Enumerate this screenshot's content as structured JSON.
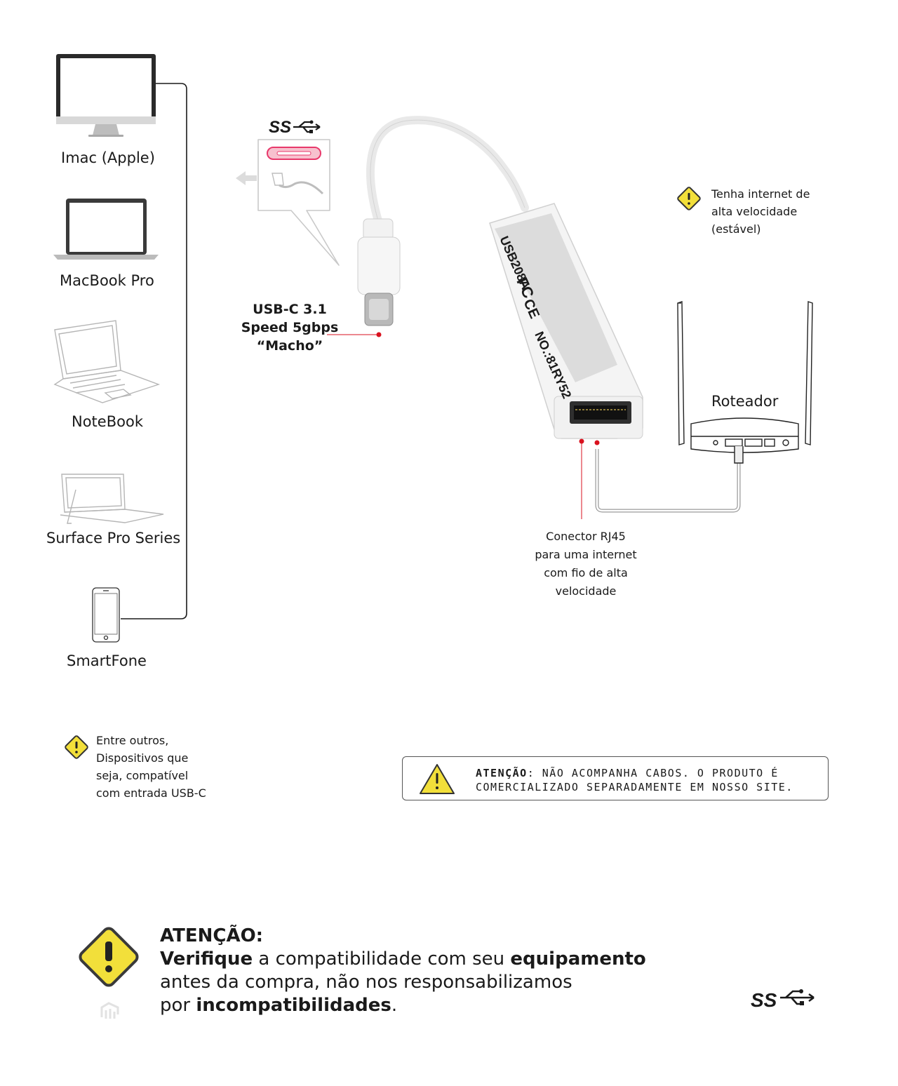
{
  "devices": [
    {
      "label": "Imac (Apple)",
      "icon": "imac-icon"
    },
    {
      "label": "MacBook Pro",
      "icon": "macbook-icon"
    },
    {
      "label": "NoteBook",
      "icon": "notebook-icon"
    },
    {
      "label": "Surface Pro Series",
      "icon": "surface-icon"
    },
    {
      "label": "SmartFone",
      "icon": "smartphone-icon"
    }
  ],
  "usb_logo": "SS",
  "connector": {
    "line1": "USB-C 3.1",
    "line2": "Speed 5gbps",
    "line3": "“Macho”"
  },
  "adapter_print": {
    "model": "USB208A",
    "fc": "FC",
    "ce": "CE",
    "serial": "NO.:81RY52"
  },
  "internet_note": {
    "line1": "Tenha internet de",
    "line2": "alta velocidade",
    "line3": "(estável)"
  },
  "router_label": "Roteador",
  "rj45_note": {
    "line1": "Conector RJ45",
    "line2": "para uma internet",
    "line3": "com fio de alta",
    "line4": "velocidade"
  },
  "devices_note": {
    "line1": "Entre outros,",
    "line2": "Dispositivos que",
    "line3": "seja, compatível",
    "line4": "com entrada  USB-C"
  },
  "cable_warning": {
    "bold": "ATENÇÃO",
    "line1_rest": ": NÃO ACOMPANHA CABOS. O PRODUTO É",
    "line2": "COMERCIALIZADO SEPARADAMENTE EM NOSSO SITE."
  },
  "final_warning": {
    "title": "ATENÇÃO:",
    "w1": "Verifique",
    "w2": " a compatibilidade com seu ",
    "w3": "equipamento",
    "line2": "antes da compra, não nos responsabilizamos",
    "w4": "por ",
    "w5": "incompatibilidades",
    "w6": "."
  },
  "colors": {
    "warning_yellow": "#f2df3a",
    "pointer_red": "#d9121f",
    "accent_pink": "#e8386b",
    "line": "#1a1a1a"
  }
}
